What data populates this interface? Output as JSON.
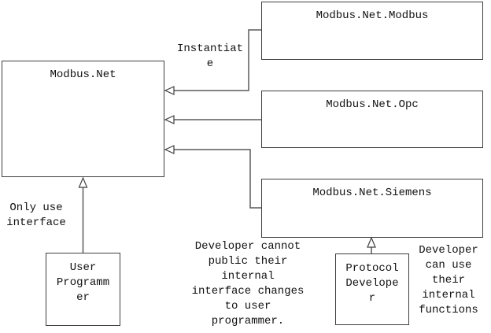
{
  "diagram": {
    "background": "#ffffff",
    "line_color": "#5a5a5a",
    "border_color": "#3f3f3f",
    "text_color": "#111111",
    "nodes": {
      "core": {
        "label": "Modbus.Net"
      },
      "modbus": {
        "label": "Modbus.Net.Modbus"
      },
      "opc": {
        "label": "Modbus.Net.Opc"
      },
      "siemens": {
        "label": "Modbus.Net.Siemens"
      },
      "user_programmer": {
        "label": "User Programmer"
      },
      "protocol_developer": {
        "label": "Protocol Developer"
      }
    },
    "notes": {
      "instantiate": "Instantiate",
      "only_use_interface": "Only use interface",
      "developer_cannot": "Developer cannot public their internal interface changes to user programmer.",
      "developer_can_use": "Developer can use their internal functions"
    }
  }
}
